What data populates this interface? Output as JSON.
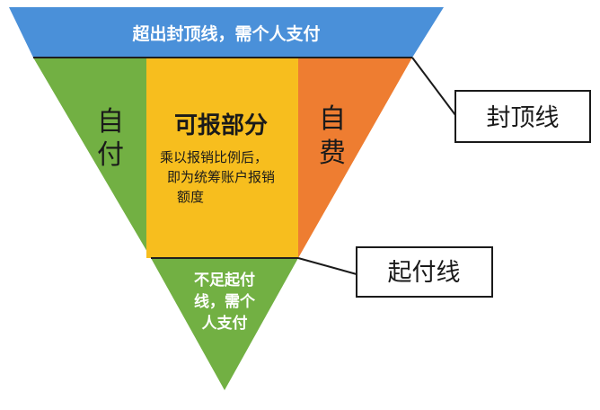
{
  "colors": {
    "top_band": "#4A90D9",
    "self_pay_left": "#72B043",
    "reimbursable": "#F7BE1E",
    "self_pay_right": "#EE7D31",
    "deductible_bottom": "#72B043"
  },
  "top_band": {
    "text": "超出封顶线，需个人支付"
  },
  "left_section": {
    "lines": [
      "自",
      "付"
    ]
  },
  "center_section": {
    "title": "可报部分",
    "desc_lines": [
      "乘以报销比例后，",
      "即为统筹账户报销",
      "额度"
    ]
  },
  "right_section": {
    "lines": [
      "自",
      "费"
    ]
  },
  "bottom_section": {
    "lines": [
      "不足起付",
      "线，需个",
      "人支付"
    ]
  },
  "callouts": {
    "cap_line": "封顶线",
    "deductible_line": "起付线"
  }
}
